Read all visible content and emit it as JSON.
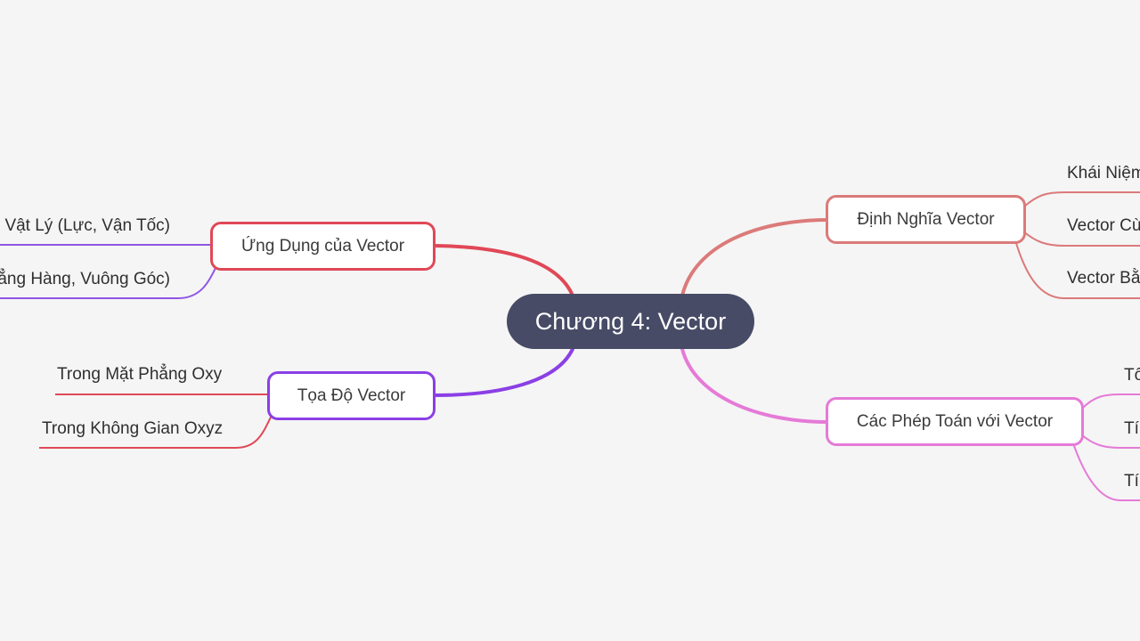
{
  "root": {
    "label": "Chương 4: Vector",
    "color": "#474b66"
  },
  "branches": {
    "definition": {
      "label": "Định Nghĩa Vector",
      "color": "#dc7a7a",
      "children": [
        "Khái Niệm",
        "Vector Cù",
        "Vector Bằ"
      ]
    },
    "operations": {
      "label": "Các Phép Toán với Vector",
      "color": "#e57ad7",
      "children": [
        "Tô",
        "Tí",
        "Tí"
      ]
    },
    "applications": {
      "label": "Ứng Dụng của Vector",
      "color": "#e04857",
      "child_color": "#8f55e6",
      "children": [
        "g Vật Lý (Lực, Vận Tốc)",
        "ẳng Hàng, Vuông Góc)"
      ]
    },
    "coordinates": {
      "label": "Tọa Độ Vector",
      "color": "#8b3fe6",
      "child_color": "#e04857",
      "children": [
        "Trong Mặt Phẳng Oxy",
        "Trong Không Gian Oxyz"
      ]
    }
  }
}
